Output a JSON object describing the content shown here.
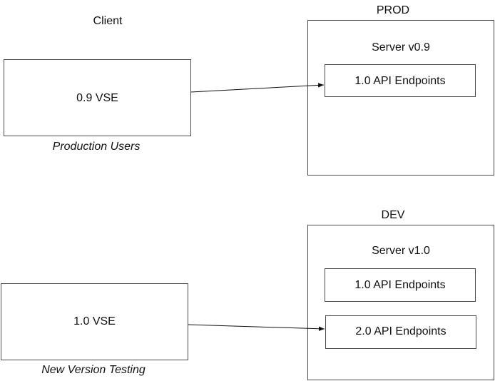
{
  "client": {
    "heading": "Client",
    "prod_client": {
      "label": "0.9 VSE",
      "caption": "Production Users"
    },
    "dev_client": {
      "label": "1.0 VSE",
      "caption": "New Version Testing"
    }
  },
  "prod": {
    "heading": "PROD",
    "server_label": "Server v0.9",
    "endpoints": [
      {
        "label": "1.0 API Endpoints"
      }
    ]
  },
  "dev": {
    "heading": "DEV",
    "server_label": "Server v1.0",
    "endpoints": [
      {
        "label": "1.0 API Endpoints"
      },
      {
        "label": "2.0 API Endpoints"
      }
    ]
  },
  "colors": {
    "stroke": "#4a4a4a",
    "arrow": "#111111",
    "text": "#111111"
  }
}
